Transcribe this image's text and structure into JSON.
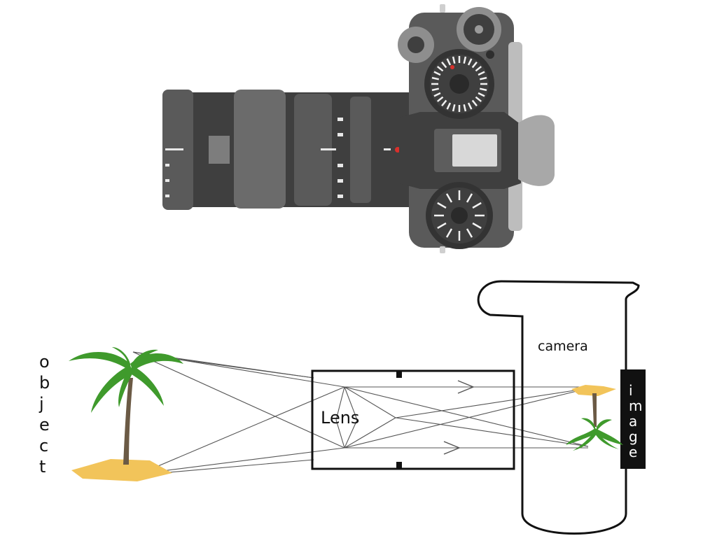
{
  "labels": {
    "object": "object",
    "lens": "Lens",
    "camera": "camera",
    "image": "image"
  },
  "colors": {
    "camera_body": "#5a5a5a",
    "camera_dark": "#3f3f3f",
    "camera_light": "#8e8e8e",
    "lens_ring": "#6b6b6b",
    "diagram_line": "#111111",
    "ray_line": "#555555",
    "image_strip": "#111111",
    "sand": "#f2c45a",
    "palm_leaf": "#3f9a2c",
    "palm_trunk": "#6b5a45",
    "accent_red": "#d9302c"
  },
  "icons": {
    "top_illustration": "camera-top-view-icon",
    "object_tree": "palm-tree-on-sand-icon",
    "image_tree": "inverted-palm-tree-icon",
    "ray_arrow": "arrow-right-icon"
  }
}
